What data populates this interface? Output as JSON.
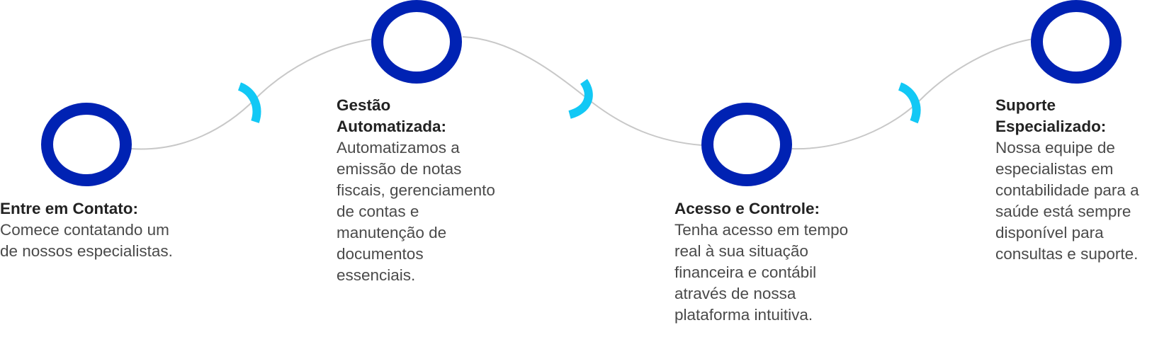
{
  "steps": [
    {
      "title": "Entre em Contato:",
      "description": "Comece contatando um de nossos especialistas."
    },
    {
      "title": "Gestão Automatizada:",
      "description": "Automatizamos a emissão de notas fiscais, gerenciamento de contas e manutenção de documentos essenciais."
    },
    {
      "title": "Acesso e Controle:",
      "description": "Tenha acesso em tempo real à sua situação financeira e contábil através de nossa plataforma intuitiva."
    },
    {
      "title": "Suporte Especializado:",
      "description": "Nossa equipe de especialistas em contabilidade para a saúde está sempre disponível para consultas e suporte."
    }
  ],
  "colors": {
    "ring": "#0022b3",
    "arrow": "#12c8f5",
    "line": "#c8c8c8"
  }
}
